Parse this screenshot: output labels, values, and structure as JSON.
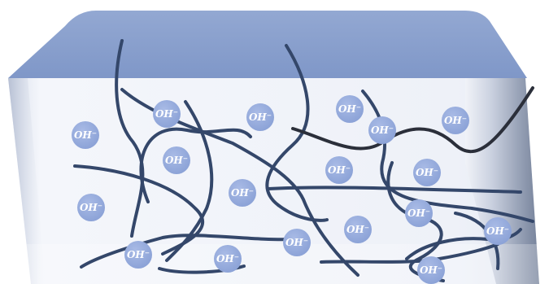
{
  "ion_label": "OH⁻",
  "colors": {
    "top_face": "#8fa6d0",
    "top_face_edge": "#6e88b8",
    "gel_body": "#e6ebf6",
    "side_face": "#8c9ab4",
    "polymer_chain": "#34476a",
    "polymer_chain_dark": "#2b2f3a",
    "ion_fill": "#97acde",
    "ion_text": "#ffffff"
  },
  "ion_count": 18,
  "chain_count": 15
}
